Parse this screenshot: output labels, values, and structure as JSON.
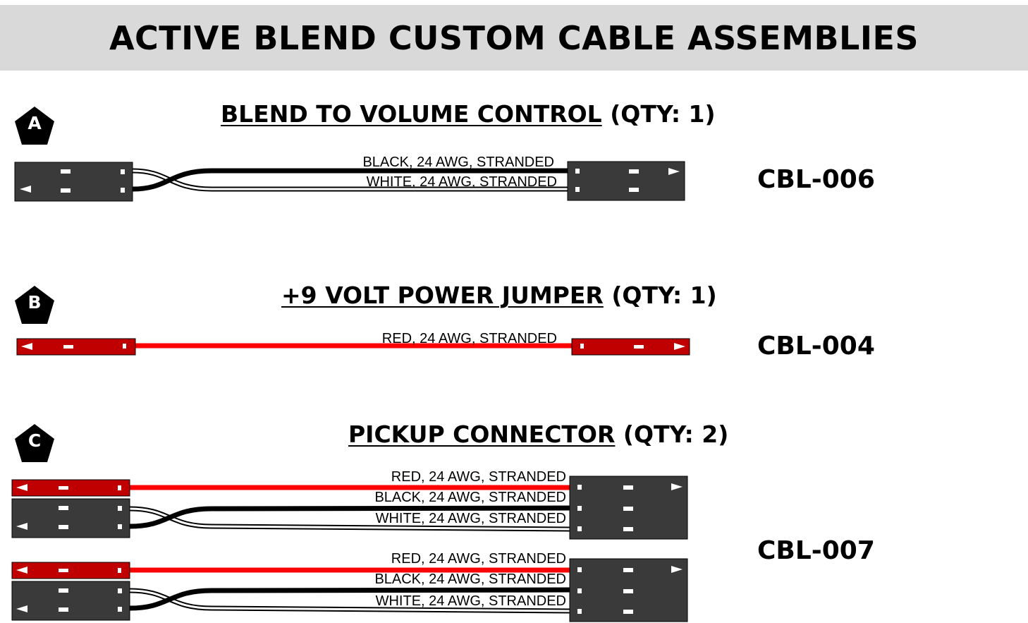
{
  "title": "ACTIVE BLEND CUSTOM CABLE ASSEMBLIES",
  "assemblies": [
    {
      "badge": "A",
      "name": "BLEND TO VOLUME CONTROL",
      "qty": "(QTY: 1)",
      "part_number": "CBL-006",
      "wires": [
        "BLACK, 24 AWG, STRANDED",
        "WHITE, 24 AWG, STRANDED"
      ]
    },
    {
      "badge": "B",
      "name": "+9 VOLT POWER JUMPER",
      "qty": "(QTY: 1)",
      "part_number": "CBL-004",
      "wires": [
        "RED, 24 AWG, STRANDED"
      ]
    },
    {
      "badge": "C",
      "name": "PICKUP CONNECTOR",
      "qty": "(QTY: 2)",
      "part_number": "CBL-007",
      "wires": [
        "RED, 24 AWG, STRANDED",
        "BLACK, 24 AWG, STRANDED",
        "WHITE, 24 AWG, STRANDED",
        "RED, 24 AWG, STRANDED",
        "BLACK, 24 AWG, STRANDED",
        "WHITE, 24 AWG, STRANDED"
      ]
    }
  ],
  "colors": {
    "banner": "#d9d9d9",
    "connector_dark": "#3a3a3a",
    "connector_red": "#c00000",
    "wire_red": "#ff0000",
    "wire_black": "#000000",
    "badge": "#000000"
  }
}
